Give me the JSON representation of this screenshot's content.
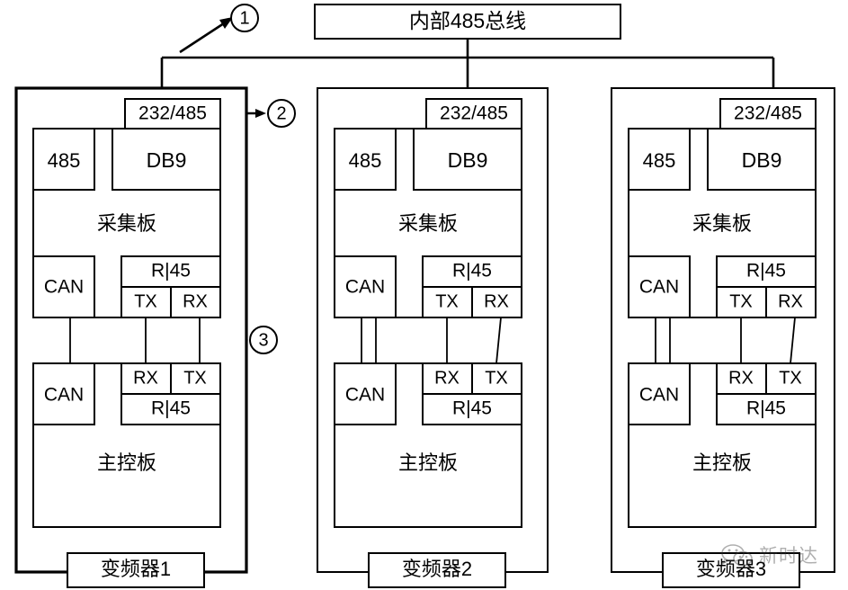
{
  "diagram": {
    "bus": {
      "label": "内部485总线"
    },
    "callouts": [
      {
        "id": "callout-1",
        "label": "1"
      },
      {
        "id": "callout-2",
        "label": "2"
      },
      {
        "id": "callout-3",
        "label": "3"
      }
    ],
    "units": [
      {
        "id": "unit-1",
        "title": "变频器1",
        "port": "232/485",
        "acquisition_board": {
          "name": "采集板",
          "rs485": "485",
          "db9": "DB9",
          "can": "CAN",
          "rj45": "R|45",
          "tx": "TX",
          "rx": "RX"
        },
        "main_board": {
          "name": "主控板",
          "can": "CAN",
          "rj45": "R|45",
          "rx": "RX",
          "tx": "TX"
        }
      },
      {
        "id": "unit-2",
        "title": "变频器2",
        "port": "232/485",
        "acquisition_board": {
          "name": "采集板",
          "rs485": "485",
          "db9": "DB9",
          "can": "CAN",
          "rj45": "R|45",
          "tx": "TX",
          "rx": "RX"
        },
        "main_board": {
          "name": "主控板",
          "can": "CAN",
          "rj45": "R|45",
          "rx": "RX",
          "tx": "TX"
        }
      },
      {
        "id": "unit-3",
        "title": "变频器3",
        "port": "232/485",
        "acquisition_board": {
          "name": "采集板",
          "rs485": "485",
          "db9": "DB9",
          "can": "CAN",
          "rj45": "R|45",
          "tx": "TX",
          "rx": "RX"
        },
        "main_board": {
          "name": "主控板",
          "can": "CAN",
          "rj45": "R|45",
          "rx": "RX",
          "tx": "TX"
        }
      }
    ],
    "watermark": {
      "text": "新时达",
      "icon": "wechat-bubble-icon"
    },
    "colors": {
      "line": "#000000",
      "fill": "#ffffff",
      "watermark": "#3a3a3a"
    }
  }
}
